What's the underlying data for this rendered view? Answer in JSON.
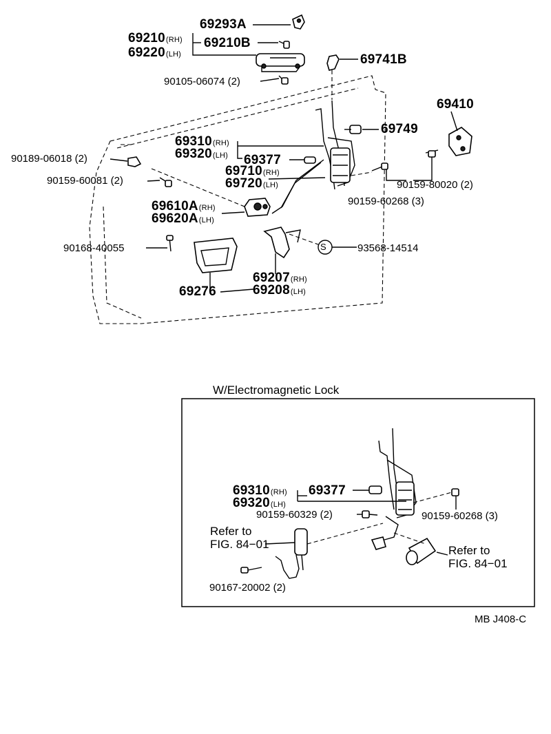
{
  "labels": {
    "p69293A": "69293A",
    "p69210": "69210",
    "p69220": "69220",
    "rh": "(RH)",
    "lh": "(LH)",
    "rh2": "RH",
    "lh2": "LH",
    "p69210B": "69210B",
    "p90105": "90105-06074 (2)",
    "p69741B": "69741B",
    "p69410": "69410",
    "p69749": "69749",
    "p90189": "90189-06018 (2)",
    "p69310": "69310",
    "p69320": "69320",
    "p69377": "69377",
    "p69710": "69710",
    "p69720": "69720",
    "p90159_60081": "90159-60081 (2)",
    "p90159_80020": "90159-80020 (2)",
    "p90159_60268": "90159-60268 (3)",
    "p69610A": "69610A",
    "p69620A": "69620A",
    "p90168": "90168-40055",
    "p93568": "93568-14514",
    "s_mark": "S",
    "p69207": "69207",
    "p69208": "69208",
    "p69276": "69276"
  },
  "inset": {
    "title": "W/Electromagnetic Lock",
    "p69310": "69310",
    "p69320": "69320",
    "p69377": "69377",
    "p90159_60329": "90159-60329 (2)",
    "p90159_60268": "90159-60268 (3)",
    "refer_left_1": "Refer to",
    "refer_left_2": "FIG. 84−01",
    "refer_right_1": "Refer to",
    "refer_right_2": "FIG. 84−01",
    "p90167": "90167-20002 (2)"
  },
  "footer_code": "MB J408-C"
}
